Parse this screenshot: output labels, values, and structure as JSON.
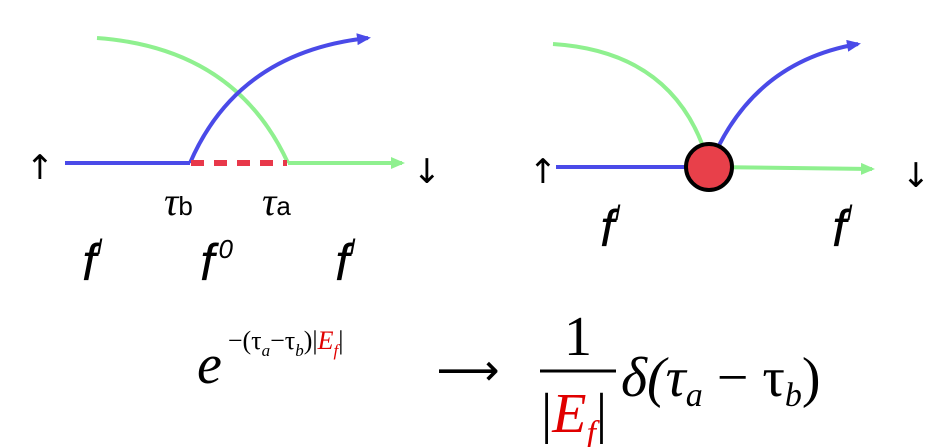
{
  "colors": {
    "blue_path": "#4a4ae8",
    "green_path": "#8ff08f",
    "red_segment": "#e8384a",
    "vertex_fill": "#e8404a",
    "outline": "#000000",
    "text": "#000000",
    "highlight_text": "#e00000"
  },
  "left_diagram": {
    "spin_in": "↑",
    "spin_out": "↓",
    "time_labels": {
      "tau_b": "τ",
      "tau_b_sub": "b",
      "tau_a": "τ",
      "tau_a_sub": "a"
    },
    "state_labels": {
      "left": "f",
      "left_sup": "I",
      "middle": "f",
      "middle_sup": "0",
      "right": "f",
      "right_sup": "I"
    }
  },
  "right_diagram": {
    "spin_in": "↑",
    "spin_out": "↓",
    "state_labels": {
      "left": "f",
      "left_sup": "I",
      "right": "f",
      "right_sup": "I"
    }
  },
  "formula": {
    "lhs_base": "e",
    "lhs_exp_start": "−(τ",
    "lhs_exp_a": "a",
    "lhs_exp_minus": "−τ",
    "lhs_exp_b": "b",
    "lhs_exp_close": ")|",
    "lhs_exp_E": "E",
    "lhs_exp_f": "f",
    "lhs_exp_end": "|",
    "arrow": "⟶",
    "frac_num": "1",
    "frac_den_open": "|",
    "frac_den_E": "E",
    "frac_den_f": "f",
    "frac_den_close": "|",
    "rhs": "δ(τ",
    "rhs_a": "a",
    "rhs_minus": " − τ",
    "rhs_b": "b",
    "rhs_close": ")"
  }
}
